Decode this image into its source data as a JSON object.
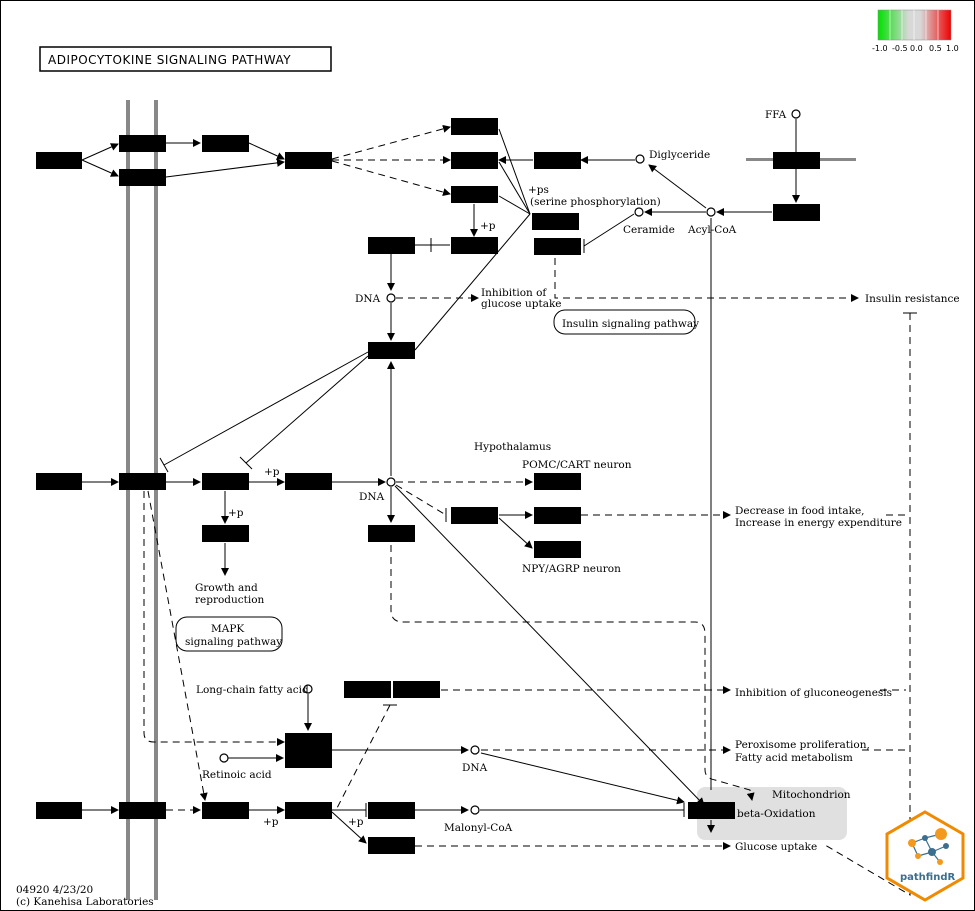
{
  "title": "ADIPOCYTOKINE SIGNALING PATHWAY",
  "legend": {
    "ticks": [
      "-1.0",
      "-0.5",
      "0.0",
      "0.5",
      "1.0"
    ]
  },
  "labels": {
    "ffa": "FFA",
    "diglyceride": "Diglyceride",
    "ps": "+ps",
    "serine": "(serine phosphorylation)",
    "ceramide": "Ceramide",
    "acylcoa": "Acyl-CoA",
    "p1": "+p",
    "dna1": "DNA",
    "inhib1": "Inhibition of",
    "inhib2": "glucose uptake",
    "insulin_resistance": "Insulin resistance",
    "insulin_pathway": "Insulin signaling pathway",
    "hypothalamus": "Hypothalamus",
    "pomc": "POMC/CART neuron",
    "p2": "+p",
    "dna2": "DNA",
    "p3": "+p",
    "decrease1": "Decrease in food intake,",
    "decrease2": "Increase in energy expenditure",
    "npy": "NPY/AGRP neuron",
    "growth1": "Growth and",
    "growth2": "reproduction",
    "mapk1": "MAPK",
    "mapk2": "signaling pathway",
    "lcfa": "Long-chain fatty acid",
    "gluconeo": "Inhibition of gluconeogenesis",
    "retinoic": "Retinoic acid",
    "dna3": "DNA",
    "perox1": "Peroxisome proliferation,",
    "perox2": "Fatty acid metabolism",
    "mito": "Mitochondrion",
    "betaox": "beta-Oxidation",
    "p4": "+p",
    "p5": "+p",
    "malonyl": "Malonyl-CoA",
    "glucose_uptake": "Glucose uptake"
  },
  "footer": {
    "code": "04920 4/23/20",
    "copyright": "(c) Kanehisa Laboratories"
  },
  "logo": {
    "text": "pathfindR"
  }
}
